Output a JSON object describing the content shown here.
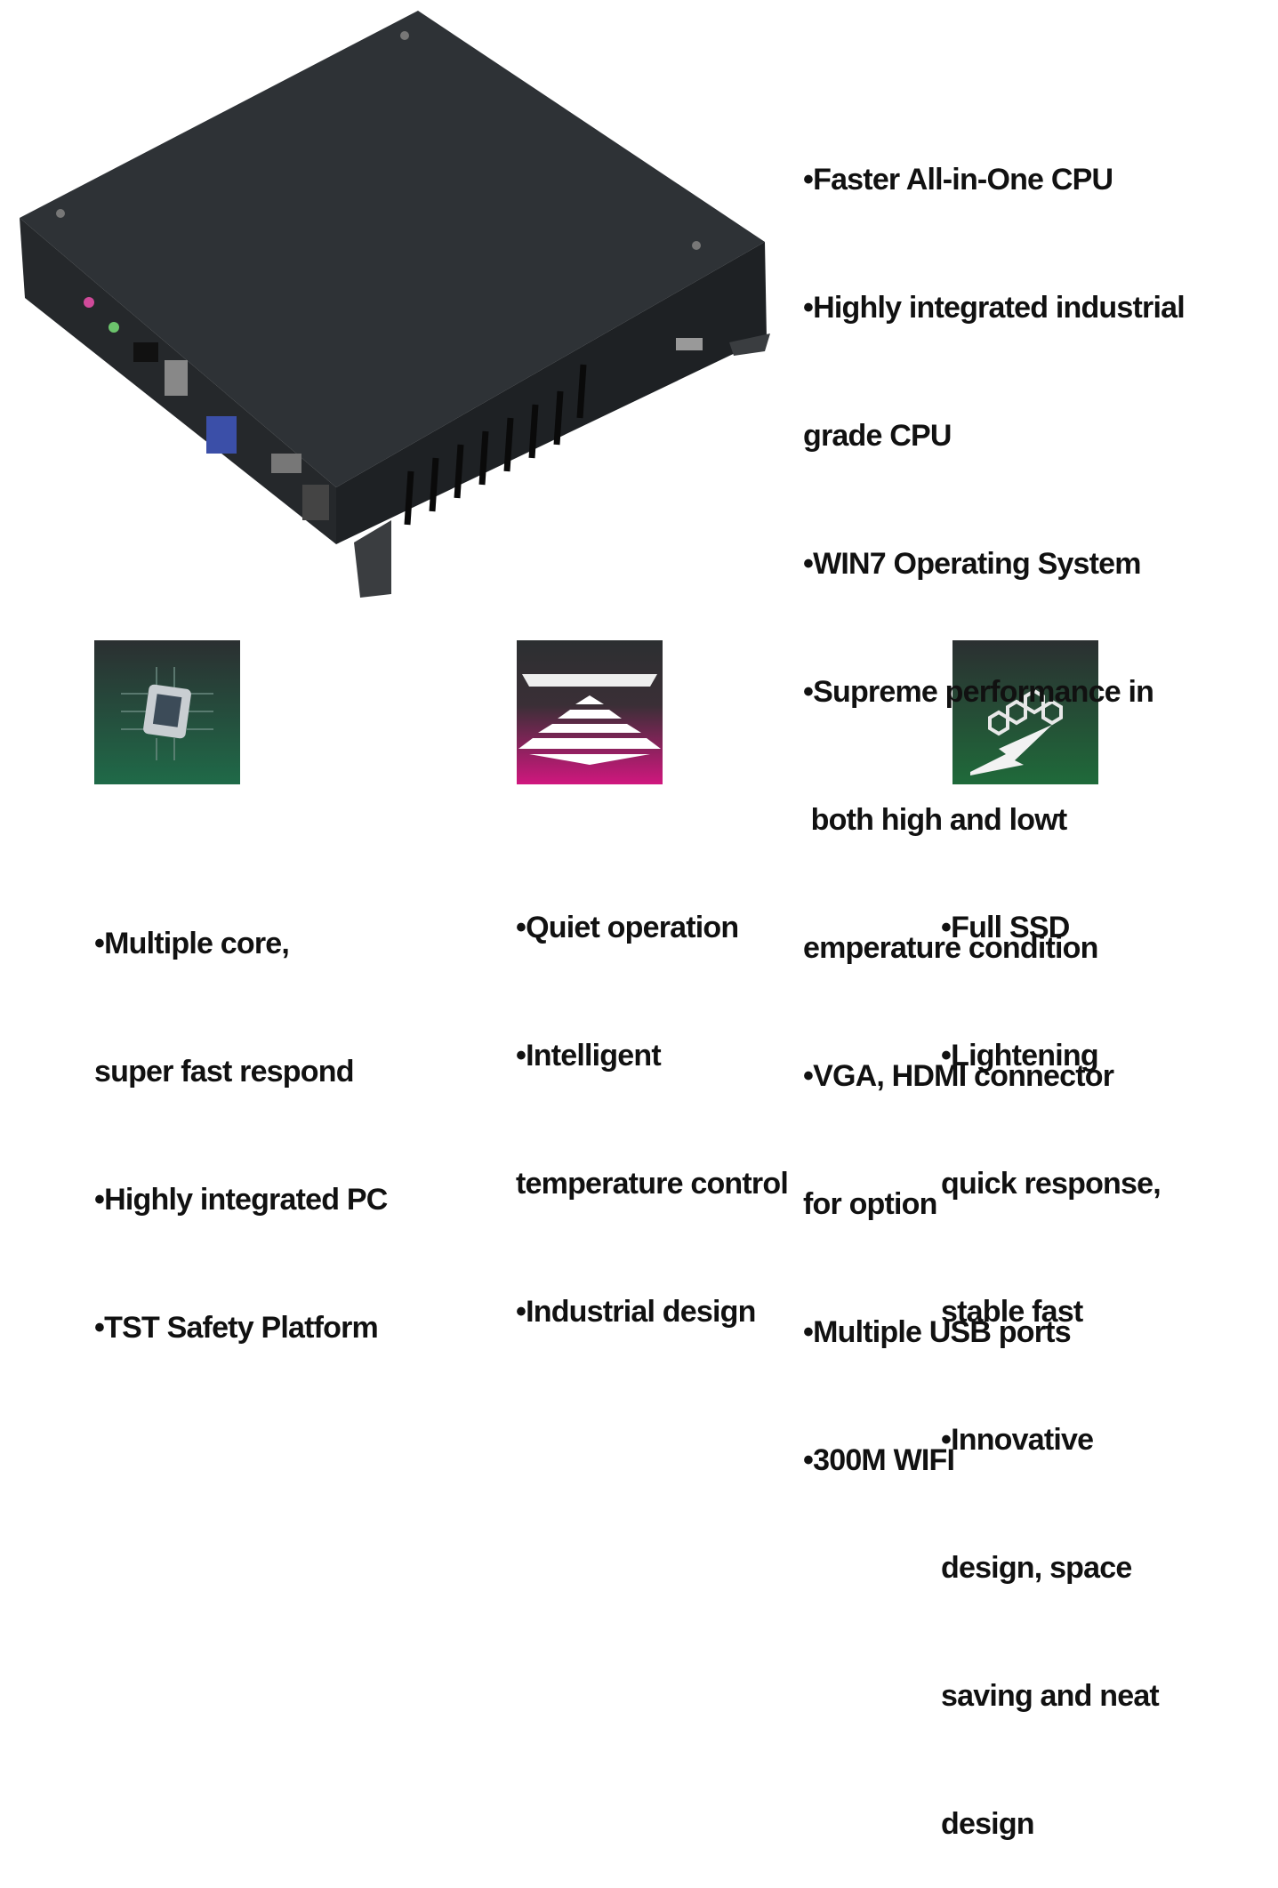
{
  "top_features": [
    "•Faster All-in-One CPU",
    "•Highly integrated industrial",
    "grade CPU",
    "•WIN7 Operating System",
    "•Supreme performance in",
    " both high and lowt",
    "emperature condition",
    "•VGA, HDMI connector",
    "for option",
    "•Multiple USB ports",
    "•300M WIFI"
  ],
  "columns": [
    {
      "icon": "cpu-chip-icon",
      "lines": [
        "•Multiple core,",
        "super fast respond",
        "•Highly integrated PC",
        "•TST Safety Platform"
      ]
    },
    {
      "icon": "pyramid-temperature-icon",
      "lines": [
        "•Quiet operation",
        "•Intelligent",
        "temperature control",
        "•Industrial design"
      ]
    },
    {
      "icon": "molecule-ssd-icon",
      "lines": [
        "•Full SSD",
        "•Lightening",
        "quick response,",
        "stable fast",
        "•Innovative",
        "design, space",
        "saving and neat",
        "design"
      ]
    }
  ],
  "colors": {
    "green": "#1f5a40",
    "magenta": "#c8177a",
    "dark": "#2e3236"
  }
}
